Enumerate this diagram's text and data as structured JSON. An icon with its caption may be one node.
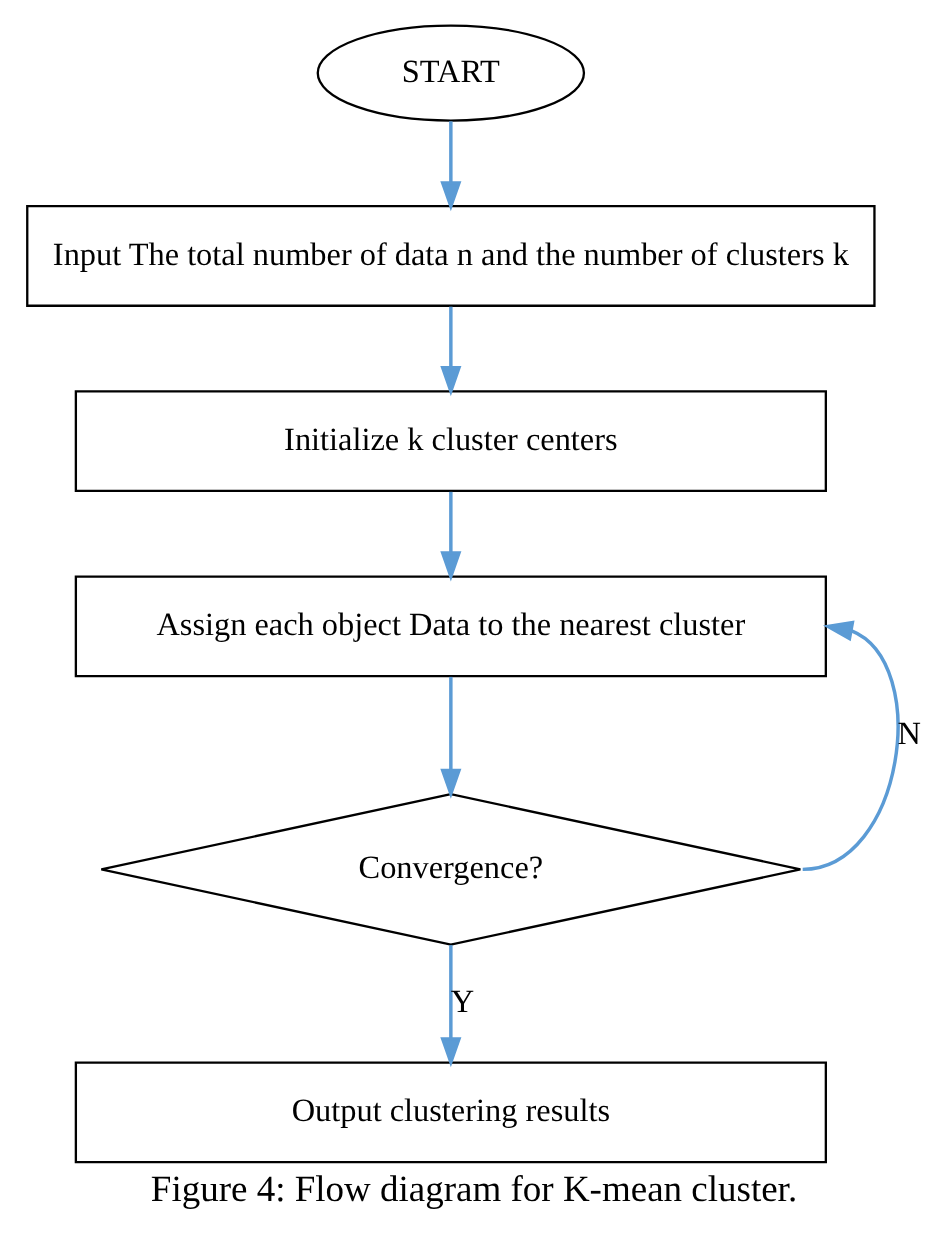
{
  "diagram": {
    "caption": "Figure 4: Flow diagram for K-mean cluster.",
    "nodes": [
      {
        "text": [
          "START"
        ]
      },
      {
        "text": [
          "Input The total number of data n and the number of clusters k"
        ]
      },
      {
        "text": [
          "Initialize k cluster centers"
        ]
      },
      {
        "text": [
          "Assign each object Data to the nearest cluster"
        ]
      },
      {
        "text": [
          "Convergence?"
        ]
      },
      {
        "text": [
          "Output clustering results"
        ]
      }
    ],
    "edges": [
      {
        "from": 0,
        "to": 1,
        "arrow": "to"
      },
      {
        "from": 1,
        "to": 2,
        "arrow": "to"
      },
      {
        "from": 2,
        "to": 3,
        "arrow": "to"
      },
      {
        "from": 3,
        "to": 4,
        "arrow": "to"
      },
      {
        "from": 4,
        "to": 3,
        "arrow": "to",
        "label": "N"
      },
      {
        "from": 4,
        "to": 5,
        "arrow": "to",
        "label": "Y"
      }
    ]
  }
}
